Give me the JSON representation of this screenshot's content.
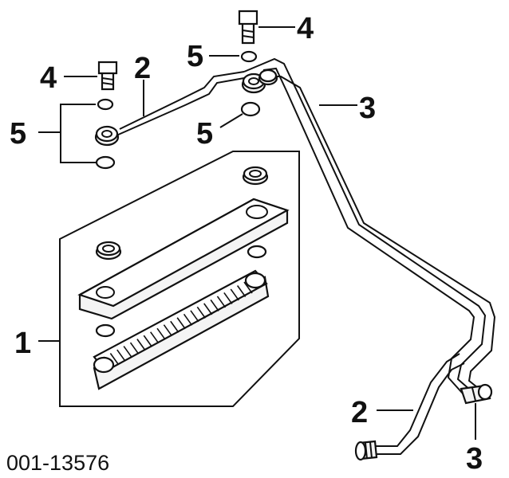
{
  "diagram": {
    "reference_code": "001-13576",
    "callouts": {
      "cooler": "1",
      "hose_upper": "2",
      "hose_lower": "2",
      "tube_upper": "3",
      "tube_lower": "3",
      "bolt_left": "4",
      "bolt_top": "4",
      "washer_top": "5",
      "washer_mid": "5",
      "washer_left": "5"
    }
  }
}
